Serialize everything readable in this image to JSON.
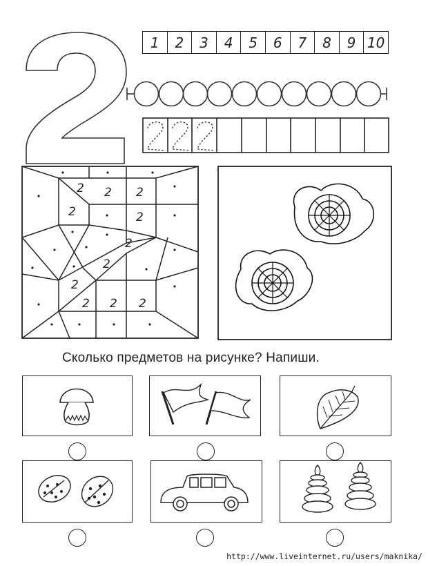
{
  "worksheet": {
    "big_digit": "2",
    "number_strip": [
      "1",
      "2",
      "3",
      "4",
      "5",
      "6",
      "7",
      "8",
      "9",
      "10"
    ],
    "bead_count": 10,
    "trace_row": {
      "cells": 10,
      "dotted_digit": "2",
      "dotted_count": 3
    },
    "mosaic": {
      "digit_label": "2",
      "description": "Color-by-number mosaic: cells marked 2 form a hidden digit; other cells marked with dots"
    },
    "picture": {
      "subject": "cabbage",
      "count": 2
    },
    "instruction": "Сколько предметов на рисунке? Напиши.",
    "counting_cards": [
      {
        "subject": "mushroom",
        "icon": "mushroom-icon",
        "count": 1
      },
      {
        "subject": "flags",
        "icon": "flag-icon",
        "count": 2
      },
      {
        "subject": "leaf",
        "icon": "leaf-icon",
        "count": 1
      },
      {
        "subject": "ladybugs",
        "icon": "ladybug-icon",
        "count": 2
      },
      {
        "subject": "car",
        "icon": "car-icon",
        "count": 1
      },
      {
        "subject": "ring pyramids",
        "icon": "pyramid-toy-icon",
        "count": 2
      }
    ],
    "answer_placeholder": ""
  },
  "footer": {
    "url": "http://www.liveinternet.ru/users/maknika/"
  }
}
